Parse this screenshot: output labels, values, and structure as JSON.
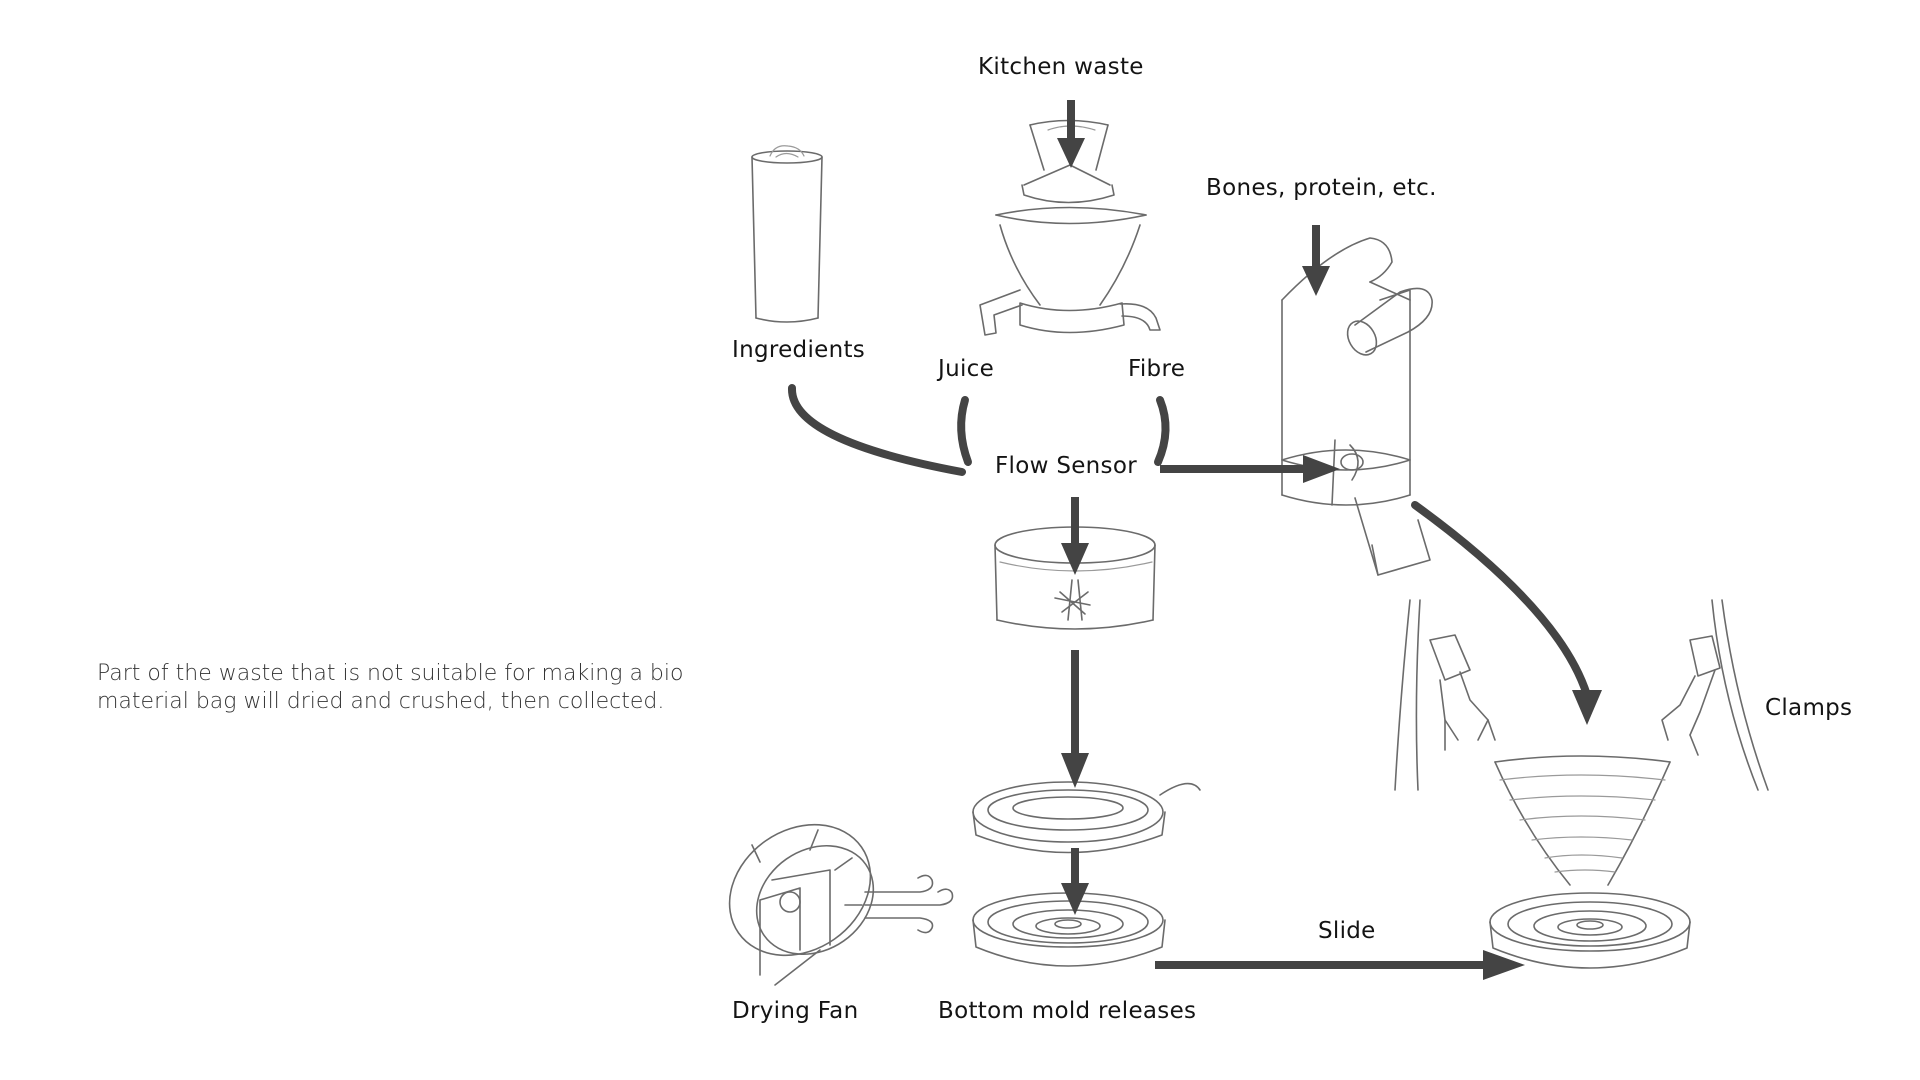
{
  "labels": {
    "kitchen_waste": "Kitchen waste",
    "ingredients": "Ingredients",
    "juice": "Juice",
    "fibre": "Fibre",
    "bones": "Bones, protein, etc.",
    "flow_sensor": "Flow Sensor",
    "clamps": "Clamps",
    "slide": "Slide",
    "drying_fan": "Drying Fan",
    "bottom_mold": "Bottom mold releases"
  },
  "note": {
    "line1": "Part of the waste that is not suitable for making a bio",
    "line2": "material bag will dried and crushed, then collected."
  },
  "colors": {
    "arrow": "#444444",
    "sketch": "#6b6b6b",
    "text": "#141414"
  }
}
